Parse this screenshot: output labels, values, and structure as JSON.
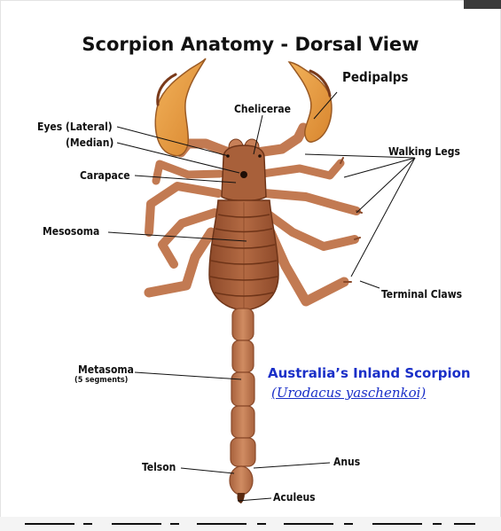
{
  "title": "Scorpion Anatomy - Dorsal View",
  "labels": {
    "pedipalps": "Pedipalps",
    "chelicerae": "Chelicerae",
    "eyes_lateral": "Eyes (Lateral)",
    "eyes_median": "(Median)",
    "carapace": "Carapace",
    "walking_legs": "Walking Legs",
    "mesosoma": "Mesosoma",
    "terminal_claws": "Terminal Claws",
    "metasoma": "Metasoma",
    "metasoma_note": "(5 segments)",
    "telson": "Telson",
    "anus": "Anus",
    "aculeus": "Aculeus"
  },
  "caption": {
    "title": "Australia’s Inland Scorpion",
    "species": "(Urodacus yaschenkoi)"
  },
  "colors": {
    "body": "#a85a35",
    "body_dark": "#6e3418",
    "leg": "#c27a52",
    "pedipalp": "#e59a40",
    "caption": "#1a2fc8"
  }
}
